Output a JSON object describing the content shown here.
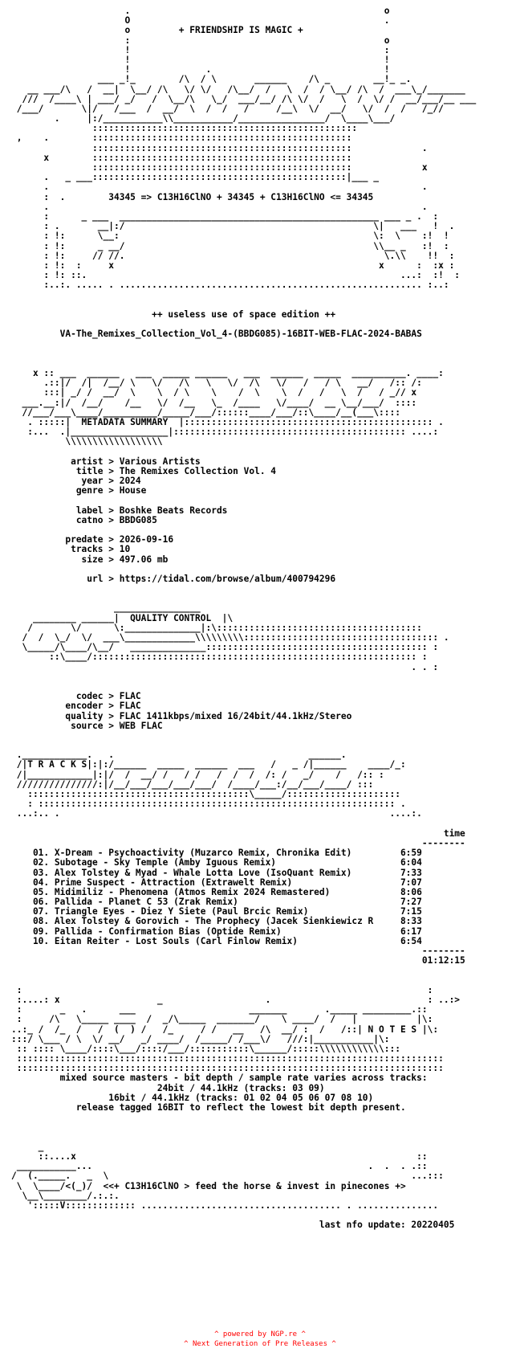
{
  "header": {
    "slogan": "+ FRIENDSHIP IS MAGIC +",
    "formula": "34345 => C13H16ClNO + 34345 + C13H16ClNO <= 34345",
    "edition": "++ useless use of space edition ++",
    "release_name": "VA-The_Remixes_Collection_Vol_4-(BBDG085)-16BIT-WEB-FLAC-2024-BABAS"
  },
  "metadata": {
    "section_title": "METADATA SUMMARY",
    "fields": [
      {
        "label": "artist",
        "value": "Various Artists"
      },
      {
        "label": "title",
        "value": "The Remixes Collection Vol. 4"
      },
      {
        "label": "year",
        "value": "2024"
      },
      {
        "label": "genre",
        "value": "House"
      },
      {
        "label": "label",
        "value": "Boshke Beats Records"
      },
      {
        "label": "catno",
        "value": "BBDG085"
      },
      {
        "label": "predate",
        "value": "2026-09-16"
      },
      {
        "label": "tracks",
        "value": "10"
      },
      {
        "label": "size",
        "value": "497.06 mb"
      },
      {
        "label": "url",
        "value": "https://tidal.com/browse/album/400794296"
      }
    ]
  },
  "quality": {
    "section_title": "QUALITY CONTROL",
    "fields": [
      {
        "label": "codec",
        "value": "FLAC"
      },
      {
        "label": "encoder",
        "value": "FLAC"
      },
      {
        "label": "quality",
        "value": "FLAC 1411kbps/mixed 16/24bit/44.1kHz/Stereo"
      },
      {
        "label": "source",
        "value": "WEB FLAC"
      }
    ]
  },
  "tracks": {
    "section_title": "T R A C K S",
    "time_header": "time",
    "list": [
      {
        "num": "01.",
        "title": "X-Dream - Psychoactivity (Muzarco Remix, Chronika Edit)",
        "time": "6:59"
      },
      {
        "num": "02.",
        "title": "Subotage - Sky Temple (Amby Iguous Remix)",
        "time": "6:04"
      },
      {
        "num": "03.",
        "title": "Alex Tolstey & Myad - Whale Lotta Love (IsoQuant Remix)",
        "time": "7:33"
      },
      {
        "num": "04.",
        "title": "Prime Suspect - Attraction (Extrawelt Remix)",
        "time": "7:07"
      },
      {
        "num": "05.",
        "title": "Midimiliz - Phenomena (Atmos Remix 2024 Remastered)",
        "time": "8:06"
      },
      {
        "num": "06.",
        "title": "Pallida - Planet C 53 (Zrak Remix)",
        "time": "7:27"
      },
      {
        "num": "07.",
        "title": "Triangle Eyes - Diez Y Siete (Paul Brcic Remix)",
        "time": "7:15"
      },
      {
        "num": "08.",
        "title": "Alex Tolstey & Gorovich - The Prophecy (Jacek Sienkiewicz R",
        "time": "8:33"
      },
      {
        "num": "09.",
        "title": "Pallida - Confirmation Bias (Optide Remix)",
        "time": "6:17"
      },
      {
        "num": "10.",
        "title": "Eitan Reiter - Lost Souls (Carl Finlow Remix)",
        "time": "6:54"
      }
    ],
    "total_time": "01:12:15"
  },
  "notes": {
    "section_title": "N O T E S",
    "lines": [
      "mixed source masters - bit depth / sample rate varies across tracks:",
      "24bit / 44.1kHz (tracks: 03 09)",
      "16bit / 44.1kHz (tracks: 01 02 04 05 06 07 08 10)",
      "release tagged 16BIT to reflect the lowest bit depth present."
    ]
  },
  "signoff": {
    "tagline": "<<+ C13H16ClNO > feed the horse & invest in pinecones +>",
    "last_update": "last nfo update: 20220405"
  },
  "footer": {
    "powered": "^ powered by NGP.re ^",
    "subtitle": "^ Next Generation of Pre Releases ^"
  }
}
